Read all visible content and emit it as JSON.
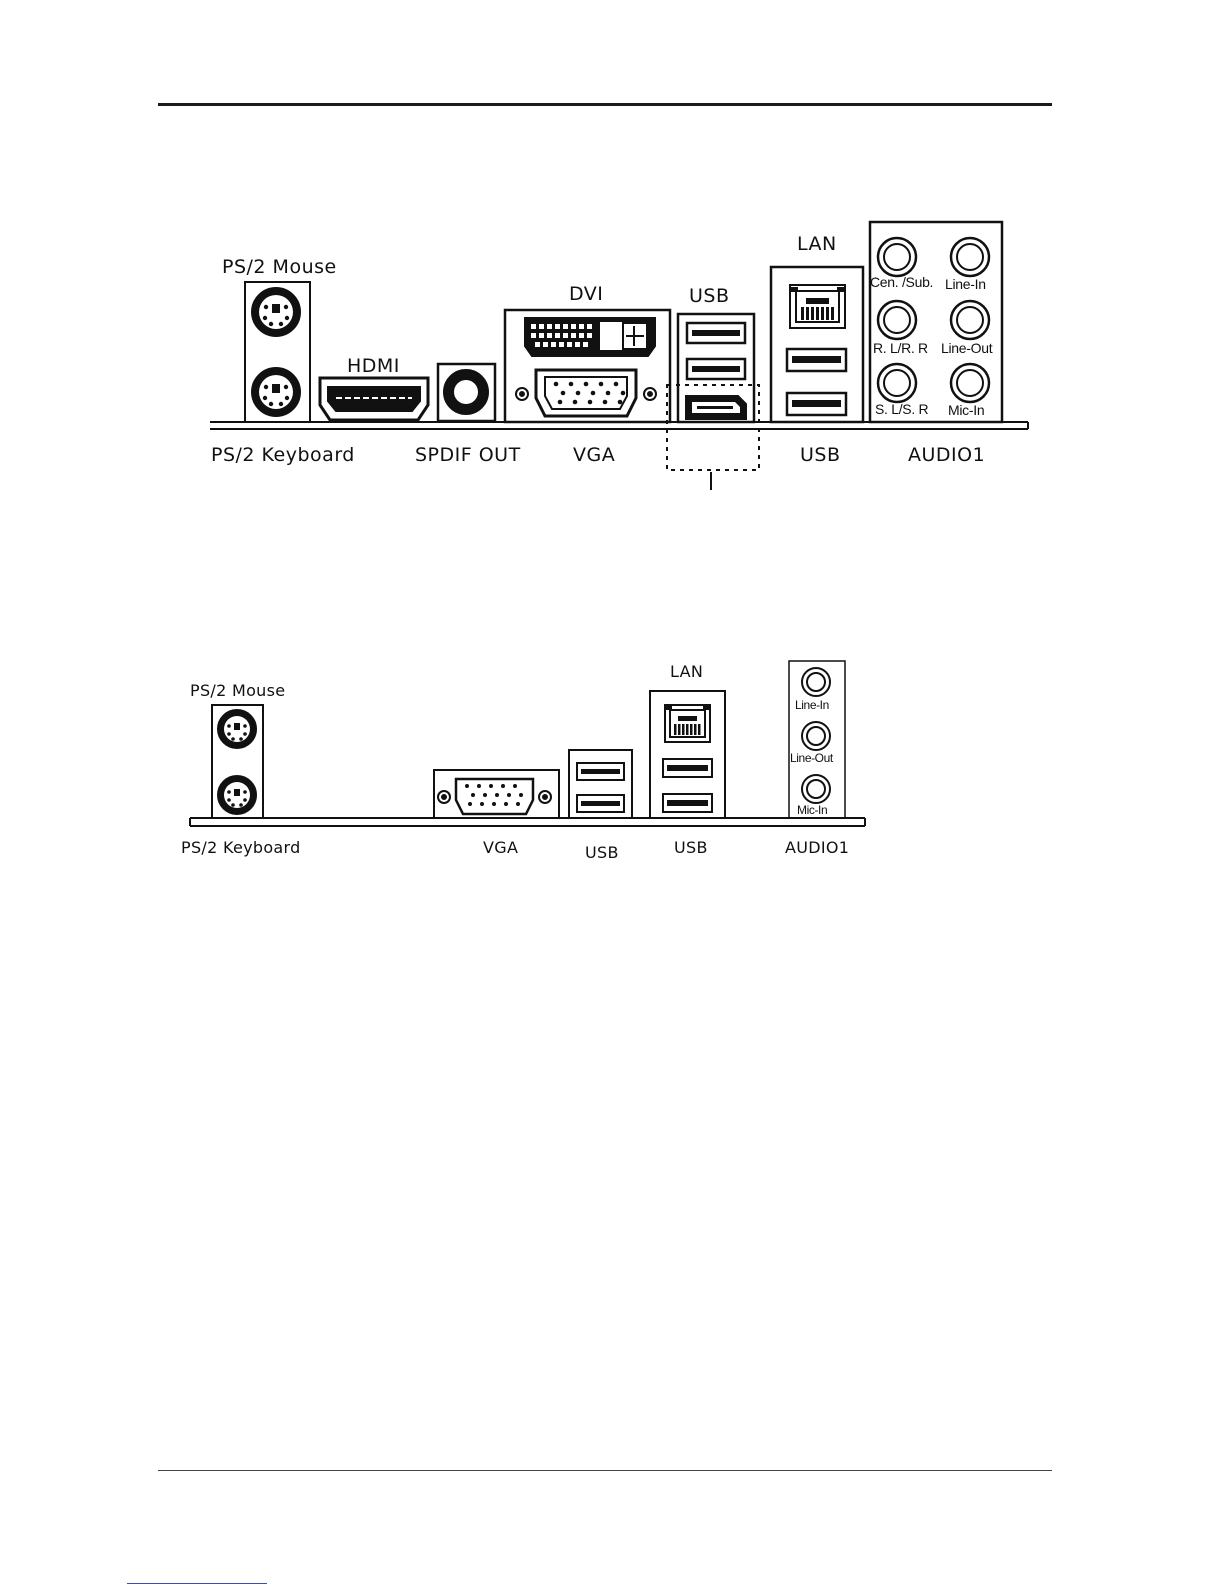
{
  "diagram1": {
    "labels": {
      "ps2_mouse": "PS/2 Mouse",
      "ps2_keyboard": "PS/2 Keyboard",
      "hdmi": "HDMI",
      "spdif_out": "SPDIF OUT",
      "dvi": "DVI",
      "vga": "VGA",
      "usb_top": "USB",
      "lan": "LAN",
      "usb_bottom": "USB",
      "audio": "AUDIO1"
    },
    "audio_jacks": {
      "cen_sub": "Cen. /Sub.",
      "line_in": "Line-In",
      "rl_rr": "R. L/R. R",
      "line_out": "Line-Out",
      "sl_sr": "S. L/S. R",
      "mic_in": "Mic-In"
    }
  },
  "diagram2": {
    "labels": {
      "ps2_mouse": "PS/2 Mouse",
      "ps2_keyboard": "PS/2 Keyboard",
      "vga": "VGA",
      "usb_left": "USB",
      "lan": "LAN",
      "usb_right": "USB",
      "audio": "AUDIO1"
    },
    "audio_jacks": {
      "line_in": "Line-In",
      "line_out": "Line-Out",
      "mic_in": "Mic-In"
    }
  }
}
